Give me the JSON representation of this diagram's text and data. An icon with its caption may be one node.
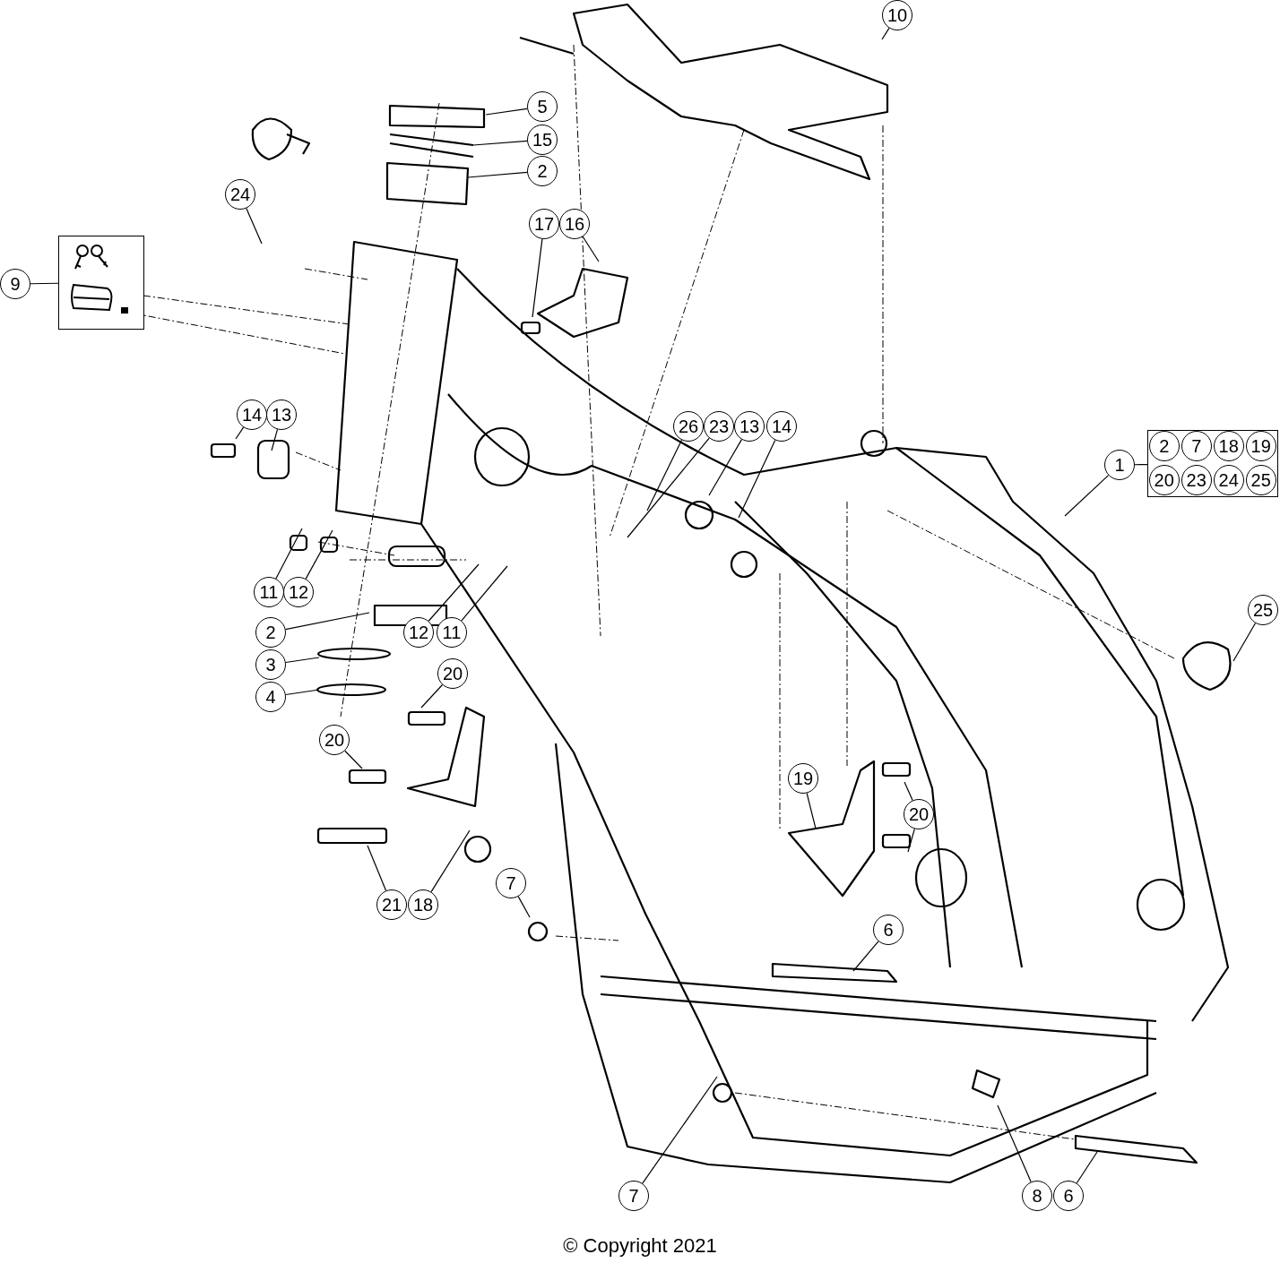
{
  "diagram": {
    "nodes": [
      {
        "text": [
          "10"
        ]
      },
      {
        "text": [
          "5"
        ]
      },
      {
        "text": [
          "15"
        ]
      },
      {
        "text": [
          "2"
        ]
      },
      {
        "text": [
          "24"
        ]
      },
      {
        "text": [
          "17"
        ]
      },
      {
        "text": [
          "16"
        ]
      },
      {
        "text": [
          "9"
        ]
      },
      {
        "text": [],
        "shape": "box"
      },
      {
        "text": [
          "14"
        ]
      },
      {
        "text": [
          "13"
        ]
      },
      {
        "text": [
          "26"
        ]
      },
      {
        "text": [
          "23"
        ]
      },
      {
        "text": [
          "13"
        ]
      },
      {
        "text": [
          "14"
        ]
      },
      {
        "text": [
          "1"
        ]
      },
      {
        "text": [],
        "shape": "box"
      },
      {
        "text": [
          "2"
        ],
        "in": 16
      },
      {
        "text": [
          "7"
        ],
        "in": 16
      },
      {
        "text": [
          "18"
        ],
        "in": 16
      },
      {
        "text": [
          "19"
        ],
        "in": 16
      },
      {
        "text": [
          "20"
        ],
        "in": 16
      },
      {
        "text": [
          "23"
        ],
        "in": 16
      },
      {
        "text": [
          "24"
        ],
        "in": 16
      },
      {
        "text": [
          "25"
        ],
        "in": 16
      },
      {
        "text": [
          "11"
        ]
      },
      {
        "text": [
          "12"
        ]
      },
      {
        "text": [
          "25"
        ]
      },
      {
        "text": [
          "2"
        ]
      },
      {
        "text": [
          "12"
        ]
      },
      {
        "text": [
          "11"
        ]
      },
      {
        "text": [
          "3"
        ]
      },
      {
        "text": [
          "20"
        ]
      },
      {
        "text": [
          "4"
        ]
      },
      {
        "text": [
          "20"
        ]
      },
      {
        "text": [
          "19"
        ]
      },
      {
        "text": [
          "20"
        ]
      },
      {
        "text": [
          "7"
        ]
      },
      {
        "text": [
          "21"
        ]
      },
      {
        "text": [
          "18"
        ]
      },
      {
        "text": [
          "6"
        ]
      },
      {
        "text": [
          "7"
        ]
      },
      {
        "text": [
          "8"
        ]
      },
      {
        "text": [
          "6"
        ]
      }
    ],
    "edges": [
      {
        "from": 0,
        "to": null,
        "arrow": "none"
      },
      {
        "from": 1,
        "to": null,
        "arrow": "none"
      },
      {
        "from": 2,
        "to": null,
        "arrow": "none"
      },
      {
        "from": 3,
        "to": null,
        "arrow": "none"
      },
      {
        "from": 4,
        "to": null,
        "arrow": "none"
      },
      {
        "from": 5,
        "to": null,
        "arrow": "none"
      },
      {
        "from": 6,
        "to": null,
        "arrow": "none"
      },
      {
        "from": 7,
        "to": 8,
        "arrow": "none"
      },
      {
        "from": 9,
        "to": null,
        "arrow": "none"
      },
      {
        "from": 10,
        "to": null,
        "arrow": "none"
      },
      {
        "from": 11,
        "to": null,
        "arrow": "none"
      },
      {
        "from": 12,
        "to": null,
        "arrow": "none"
      },
      {
        "from": 13,
        "to": null,
        "arrow": "none"
      },
      {
        "from": 14,
        "to": null,
        "arrow": "none"
      },
      {
        "from": 15,
        "to": 16,
        "arrow": "none"
      },
      {
        "from": 15,
        "to": null,
        "arrow": "none"
      },
      {
        "from": 25,
        "to": null,
        "arrow": "none"
      },
      {
        "from": 26,
        "to": null,
        "arrow": "none"
      },
      {
        "from": 27,
        "to": null,
        "arrow": "none"
      },
      {
        "from": 28,
        "to": null,
        "arrow": "none"
      },
      {
        "from": 29,
        "to": null,
        "arrow": "none"
      },
      {
        "from": 30,
        "to": null,
        "arrow": "none"
      },
      {
        "from": 31,
        "to": null,
        "arrow": "none"
      },
      {
        "from": 32,
        "to": null,
        "arrow": "none"
      },
      {
        "from": 33,
        "to": null,
        "arrow": "none"
      },
      {
        "from": 34,
        "to": null,
        "arrow": "none"
      },
      {
        "from": 35,
        "to": null,
        "arrow": "none"
      },
      {
        "from": 36,
        "to": null,
        "arrow": "none"
      },
      {
        "from": 36,
        "to": null,
        "arrow": "none"
      },
      {
        "from": 37,
        "to": null,
        "arrow": "none"
      },
      {
        "from": 38,
        "to": null,
        "arrow": "none"
      },
      {
        "from": 39,
        "to": null,
        "arrow": "none"
      },
      {
        "from": 40,
        "to": null,
        "arrow": "none"
      },
      {
        "from": 41,
        "to": null,
        "arrow": "none"
      },
      {
        "from": 42,
        "to": null,
        "arrow": "none"
      },
      {
        "from": 43,
        "to": null,
        "arrow": "none"
      }
    ],
    "labels": [
      "© Copyright 2021"
    ]
  }
}
